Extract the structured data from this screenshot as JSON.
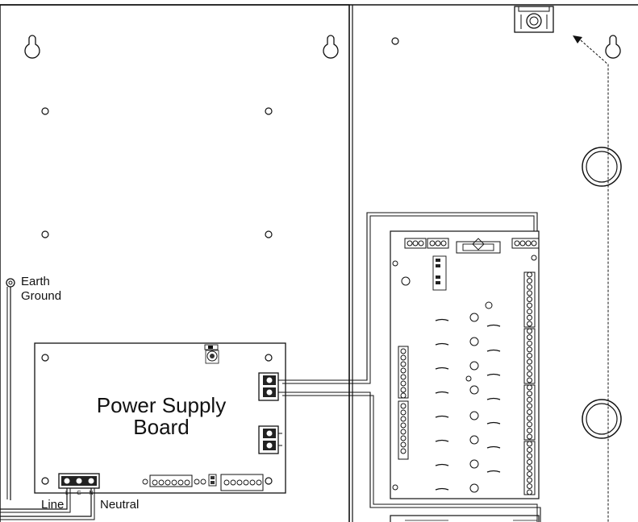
{
  "labels": {
    "earth": "Earth",
    "ground": "Ground",
    "psb_line1": "Power Supply",
    "psb_line2": "Board",
    "line": "Line",
    "neutral": "Neutral"
  },
  "mains_terminal": [
    "L",
    "G",
    "N"
  ]
}
